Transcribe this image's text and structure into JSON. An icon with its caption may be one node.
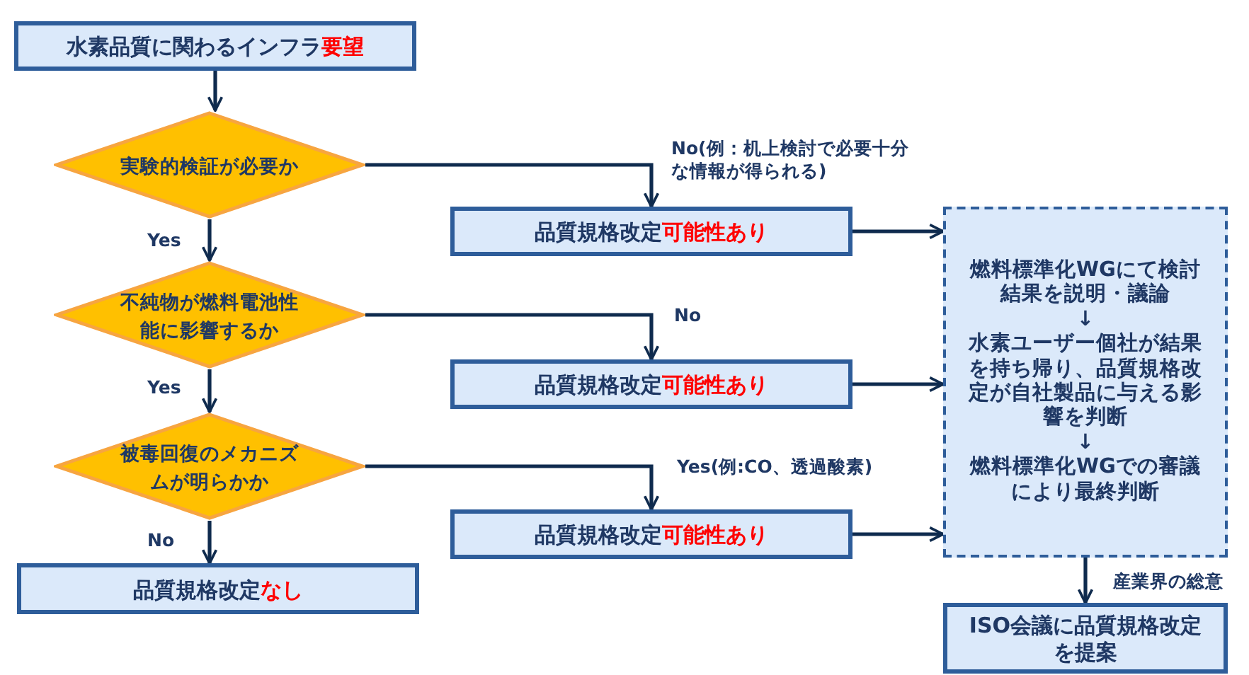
{
  "diagram": {
    "nodes": [
      {
        "text": [
          "水素品質に関わるインフラ",
          "要望"
        ]
      },
      {
        "text": [
          "実験的検証が必要か"
        ]
      },
      {
        "text": [
          "品質規格改定",
          "可能性あり"
        ]
      },
      {
        "text": [
          "不純物が燃料電池性能に影響するか"
        ]
      },
      {
        "text": [
          "品質規格改定",
          "可能性あり"
        ]
      },
      {
        "text": [
          "被毒回復のメカニズムが明らかか"
        ]
      },
      {
        "text": [
          "品質規格改定",
          "可能性あり"
        ]
      },
      {
        "text": [
          "品質規格改定",
          "なし"
        ]
      },
      {
        "text": [
          "燃料標準化WGにて検討結果を説明・議論",
          "↓",
          "水素ユーザー個社が結果を持ち帰り、品質規格改定が自社製品に与える影響を判断",
          "↓",
          "燃料標準化WGでの審議により最終判断"
        ]
      },
      {
        "text": [
          "ISO会議に品質規格改定を提案"
        ]
      }
    ],
    "edges": [
      {
        "from": 0,
        "to": 1,
        "arrow": "to"
      },
      {
        "from": 1,
        "to": 3,
        "arrow": "to",
        "label": "Yes"
      },
      {
        "from": 1,
        "to": 2,
        "arrow": "to",
        "label": "No(例：机上検討で必要十分な情報が得られる)"
      },
      {
        "from": 3,
        "to": 5,
        "arrow": "to",
        "label": "Yes"
      },
      {
        "from": 3,
        "to": 4,
        "arrow": "to",
        "label": "No"
      },
      {
        "from": 5,
        "to": 7,
        "arrow": "to",
        "label": "No"
      },
      {
        "from": 5,
        "to": 6,
        "arrow": "to",
        "label": "Yes(例:CO、透過酸素)"
      },
      {
        "from": 2,
        "to": 8,
        "arrow": "to"
      },
      {
        "from": 4,
        "to": 8,
        "arrow": "to"
      },
      {
        "from": 6,
        "to": 8,
        "arrow": "to"
      },
      {
        "from": 8,
        "to": 9,
        "arrow": "to",
        "label": "産業界の総意"
      }
    ]
  }
}
